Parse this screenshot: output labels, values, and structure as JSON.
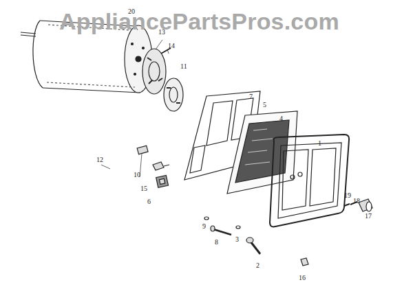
{
  "diagram": {
    "labels": [
      "AppliancePartsPros.com",
      "20",
      "13",
      "14",
      "11",
      "7",
      "5",
      "4",
      "1",
      "12",
      "10",
      "15",
      "6",
      "19",
      "18",
      "17",
      "9",
      "8",
      "3",
      "2",
      "16"
    ]
  }
}
